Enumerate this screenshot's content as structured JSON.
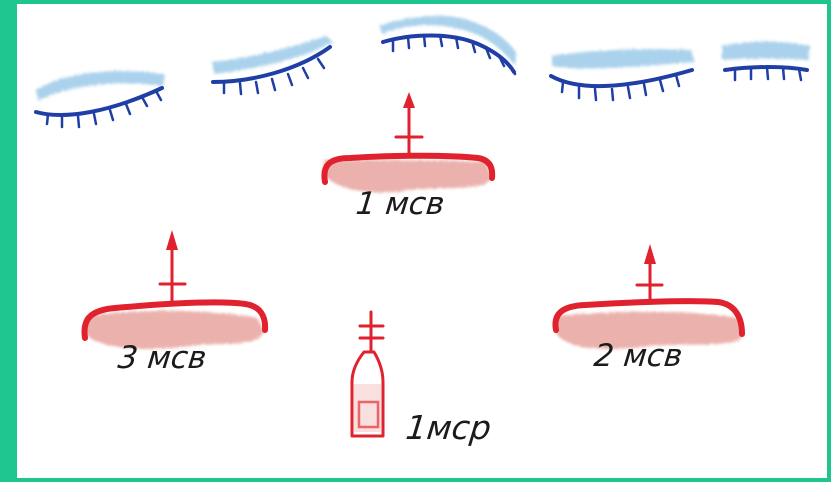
{
  "units": {
    "unit_1": "1 мсв",
    "unit_2": "2 мсв",
    "unit_3": "3 мсв",
    "unit_4": "1мср"
  },
  "colors": {
    "frame": "#1ec58e",
    "enemy": "#1f3fa6",
    "enemy_shade": "#7db7e0",
    "friendly": "#e0212e",
    "friendly_shade": "#e6a09a",
    "text": "#1b1b1b"
  }
}
